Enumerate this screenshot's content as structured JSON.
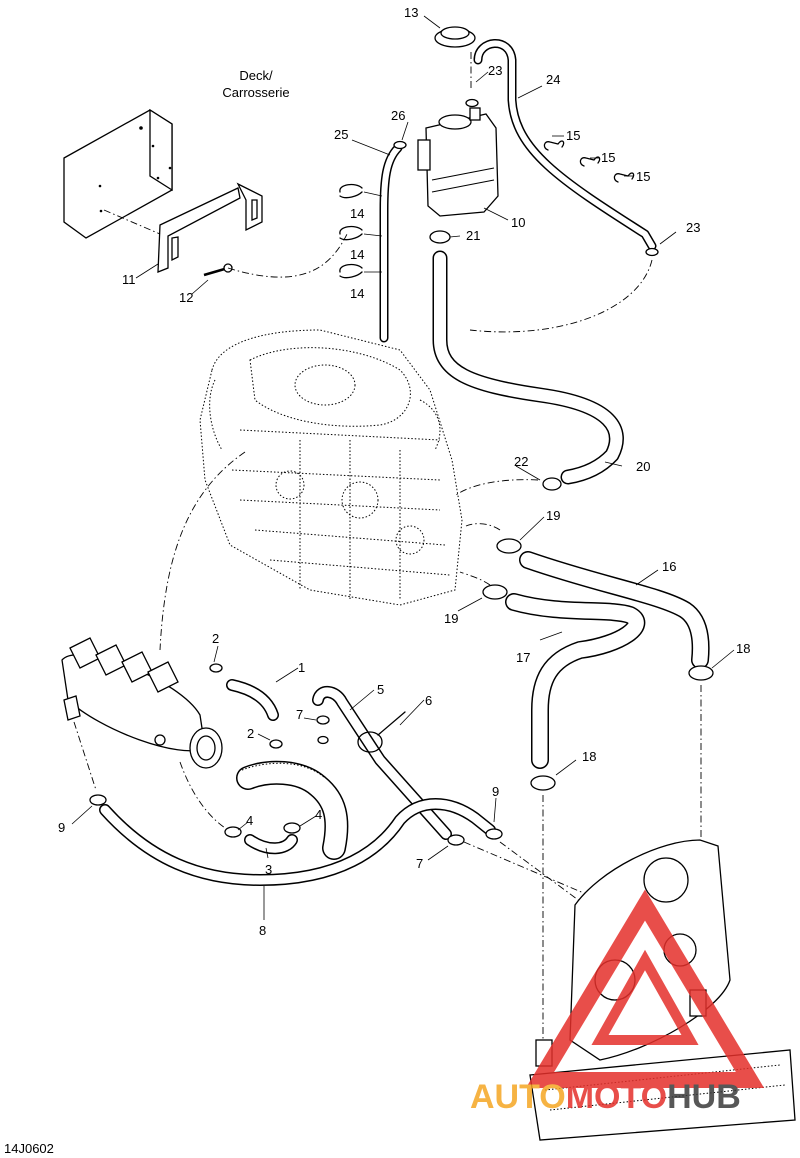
{
  "diagram": {
    "deck_label_line1": "Deck/",
    "deck_label_line2": "Carrosserie",
    "figure_code": "14J0602",
    "callouts": {
      "c1": "1",
      "c2a": "2",
      "c2b": "2",
      "c3": "3",
      "c4a": "4",
      "c4b": "4",
      "c5": "5",
      "c6": "6",
      "c7a": "7",
      "c7b": "7",
      "c8": "8",
      "c9a": "9",
      "c9b": "9",
      "c10": "10",
      "c11": "11",
      "c12": "12",
      "c13": "13",
      "c14a": "14",
      "c14b": "14",
      "c14c": "14",
      "c15a": "15",
      "c15b": "15",
      "c15c": "15",
      "c16": "16",
      "c17": "17",
      "c18a": "18",
      "c18b": "18",
      "c19a": "19",
      "c19b": "19",
      "c20": "20",
      "c21": "21",
      "c22": "22",
      "c23a": "23",
      "c23b": "23",
      "c24": "24",
      "c25": "25",
      "c26": "26"
    }
  },
  "watermark": {
    "part1": "AUTO",
    "part2": "MOTO",
    "part3": "HUB",
    "colors": {
      "red": "#e5302b",
      "orange": "#f5a623",
      "dark": "#3a3a3a"
    }
  }
}
